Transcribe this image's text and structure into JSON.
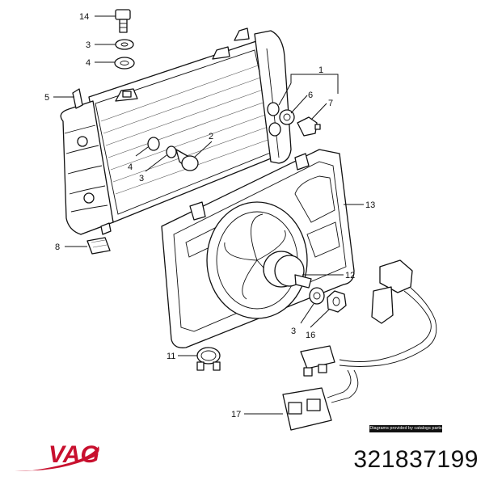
{
  "callouts": [
    {
      "id": "c14",
      "text": "14"
    },
    {
      "id": "c3a",
      "text": "3"
    },
    {
      "id": "c4a",
      "text": "4"
    },
    {
      "id": "c5",
      "text": "5"
    },
    {
      "id": "c4b",
      "text": "4"
    },
    {
      "id": "c3b",
      "text": "3"
    },
    {
      "id": "c2",
      "text": "2"
    },
    {
      "id": "c1",
      "text": "1"
    },
    {
      "id": "c6",
      "text": "6"
    },
    {
      "id": "c7",
      "text": "7"
    },
    {
      "id": "c13",
      "text": "13"
    },
    {
      "id": "c8",
      "text": "8"
    },
    {
      "id": "c12",
      "text": "12"
    },
    {
      "id": "c3c",
      "text": "3"
    },
    {
      "id": "c16",
      "text": "16"
    },
    {
      "id": "c11",
      "text": "11"
    },
    {
      "id": "c17",
      "text": "17"
    }
  ],
  "brand": "VAG",
  "brand_color": "#c8102e",
  "part_number": "321837199",
  "credit_text": "Diagrams provided by catalogs parts"
}
